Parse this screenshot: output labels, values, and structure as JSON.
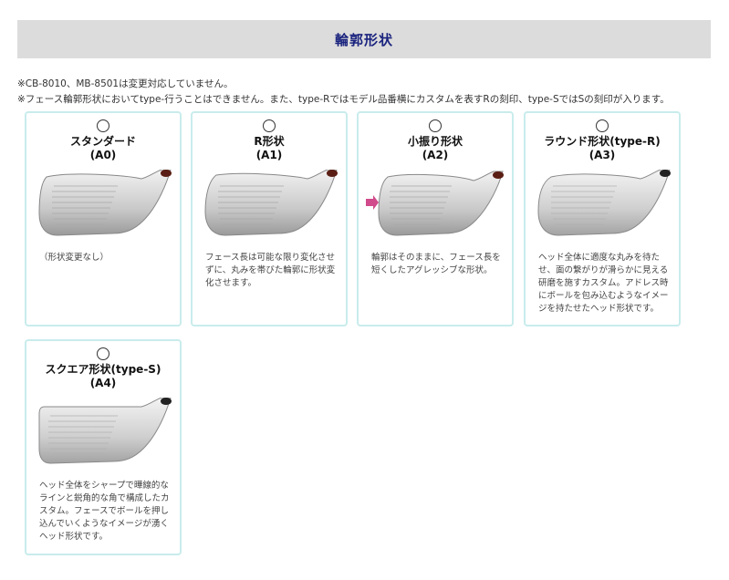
{
  "header": {
    "title": "輪郭形状"
  },
  "notes": [
    "※CB-8010、MB-8501は変更対応していません。",
    "※フェース輪郭形状においてtype-行うことはできません。また、type-Rではモデル品番横にカスタムを表すRの刻印、type-SではSの刻印が入ります。"
  ],
  "options": [
    {
      "title": "スタンダード\n(A0)",
      "desc": "（形状変更なし）",
      "hosel_color": "#5a1e14"
    },
    {
      "title": "R形状\n(A1)",
      "desc": "フェース長は可能な限り変化させずに、丸みを帯びた輪郭に形状変化させます。",
      "hosel_color": "#5a1e14"
    },
    {
      "title": "小振り形状\n(A2)",
      "desc": "輪郭はそのままに、フェース長を短くしたアグレッシブな形状。",
      "hosel_color": "#5a1e14",
      "arrow_color": "#d14a8b"
    },
    {
      "title": "ラウンド形状(type-R)\n(A3)",
      "desc": "ヘッド全体に適度な丸みを待たせ、面の繋がりが滑らかに見える研磨を施すカスタム。アドレス時にボールを包み込むようなイメージを持たせたヘッド形状です。",
      "hosel_color": "#222222"
    },
    {
      "title": "スクエア形状(type-S)\n(A4)",
      "desc": "ヘッド全体をシャープで曄線的なラインと鋭角的な角で構成したカスタム。フェースでボールを押し込んでいくようなイメージが湧くヘッド形状です。",
      "hosel_color": "#222222"
    }
  ]
}
